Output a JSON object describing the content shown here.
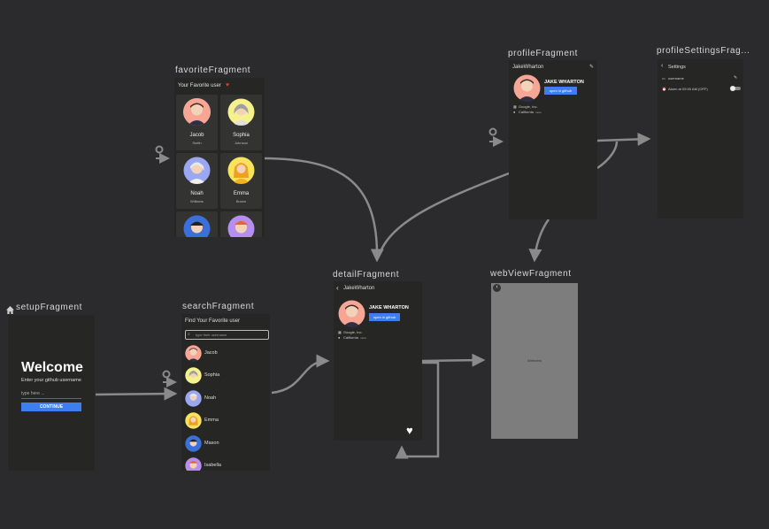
{
  "fragments": {
    "favorite": "favoriteFragment",
    "profile": "profileFragment",
    "profileSettings": "profileSettingsFrag...",
    "setup": "setupFragment",
    "search": "searchFragment",
    "detail": "detailFragment",
    "webView": "webViewFragment"
  },
  "favorite": {
    "header": "Your Favorite user",
    "users": [
      {
        "first": "Jacob",
        "last": "Smith"
      },
      {
        "first": "Sophia",
        "last": "Johnson"
      },
      {
        "first": "Noah",
        "last": "Williams"
      },
      {
        "first": "Emma",
        "last": "Brown"
      }
    ]
  },
  "profile": {
    "username": "JakeWharton",
    "name": "JAKE WHARTON",
    "github_button": "open in github",
    "company": "Google, Inc.",
    "location": "California",
    "more": "more"
  },
  "settings": {
    "title": "Settings",
    "username_row": "username",
    "alarm_row": "Alarm at 09:00 AM (OFF)"
  },
  "setup": {
    "welcome": "Welcome",
    "subtitle": "Enter your github username",
    "input_placeholder": "type here ...",
    "continue": "CONTINUE"
  },
  "search": {
    "title": "Find Your Favorite user",
    "placeholder": "type their username",
    "results": [
      "Jacob",
      "Sophia",
      "Noah",
      "Emma",
      "Mason",
      "Isabella"
    ]
  },
  "detail": {
    "back_title": "JakeWharton",
    "name": "JAKE WHARTON",
    "github_button": "open in github",
    "company": "Google, Inc.",
    "location": "California",
    "more": "more"
  },
  "webview": {
    "label": "Webview"
  },
  "colors": {
    "canvas": "#2b2b2d",
    "screen": "#262624",
    "accent": "#3d7ef0",
    "heart": "#e53935",
    "arrow": "#8a8a8a"
  }
}
